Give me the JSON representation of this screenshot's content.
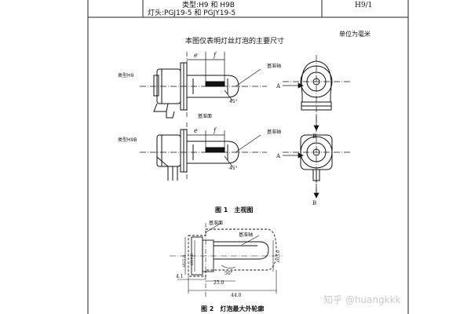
{
  "header": {
    "type_line": "类型:H9 和 H9B",
    "cap_line": "灯头:PGJ19-5 和 PGJY19-5",
    "sheet": "H9/1"
  },
  "unit_note": "单位为毫米",
  "diagram_title": "本图仅表明灯丝灯泡的主要尺寸",
  "fig1": {
    "type_h9": "类型H9",
    "type_h9b": "类型H9B",
    "ref_axis": "基准轴",
    "ref_plane": "基准面",
    "dim_e": "e",
    "dim_f": "f",
    "angle_mark": "45°",
    "view_a": "A",
    "view_b": "B",
    "caption": "图 1　主视图"
  },
  "fig2": {
    "ref_plane": "基准面",
    "ref_axis": "基准轴",
    "dim_d25": "Ø25.0",
    "dim_d19": "Ø19.0",
    "dim_d15": "Ø15.0",
    "dim_41": "4.1",
    "dim_50deg": "50°",
    "dim_25": "25.0",
    "dim_44": "44.0",
    "caption": "图 2　灯泡最大外轮廓"
  },
  "watermark": "知乎 @huangkkk"
}
